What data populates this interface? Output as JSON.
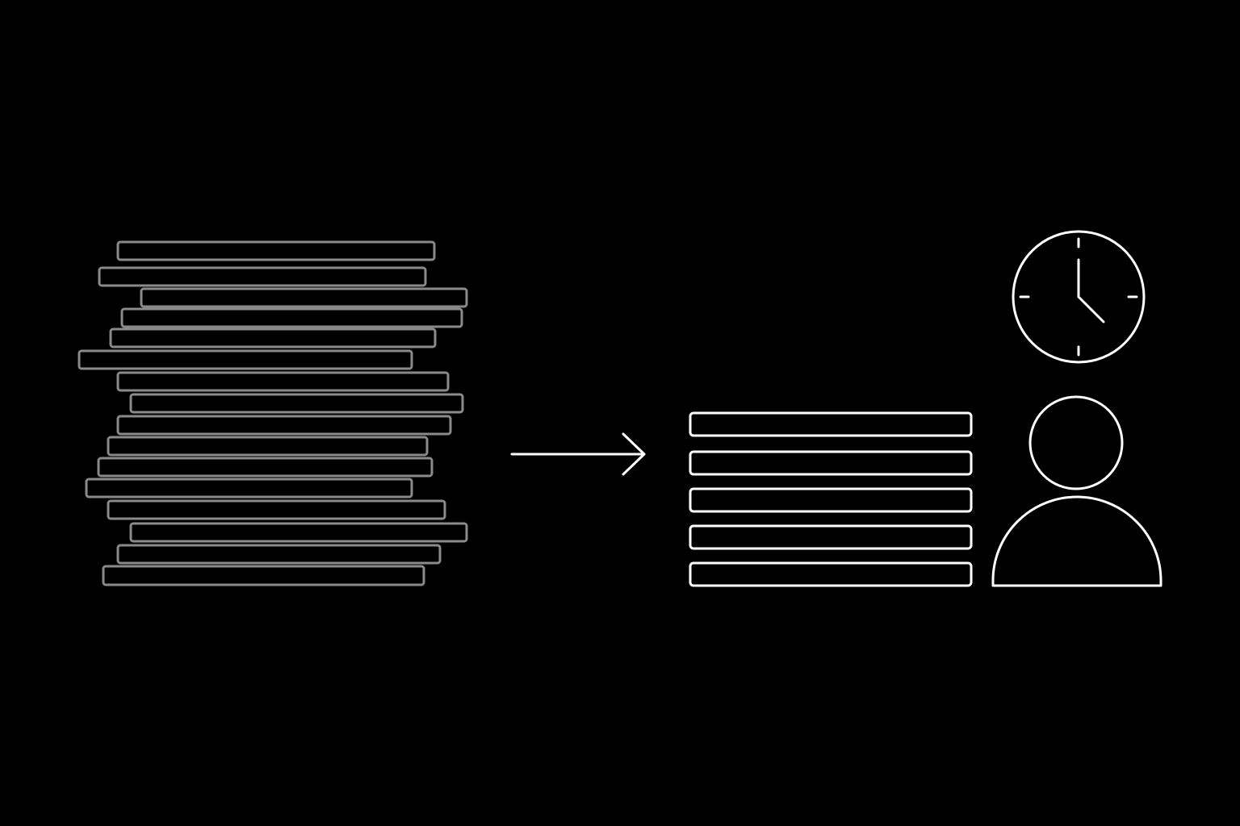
{
  "colors": {
    "background": "#000000",
    "unsorted_stroke": "#8a8a8a",
    "sorted_stroke": "#ffffff",
    "arrow_stroke": "#ffffff",
    "icon_stroke": "#ffffff"
  },
  "unsorted_stack": {
    "description_icon": "messy-bar-stack",
    "bar_count": 16
  },
  "arrow": {
    "icon": "arrow-right-icon"
  },
  "sorted_stack": {
    "description_icon": "neat-bar-stack",
    "bar_count": 5
  },
  "clock": {
    "icon": "clock-icon",
    "time_shown": "4:00"
  },
  "person": {
    "icon": "person-icon"
  }
}
